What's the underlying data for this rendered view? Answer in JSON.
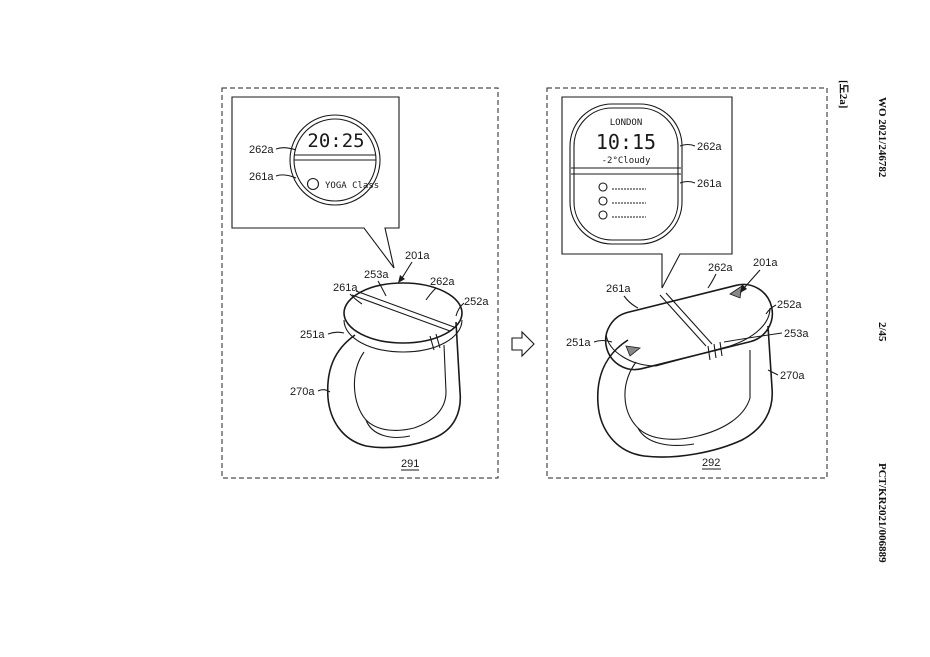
{
  "margin": {
    "publication_number": "WO 2021/246782",
    "figure_label": "[도2a]",
    "page_number": "2/45",
    "application_number": "PCT/KR2021/006889"
  },
  "panel_291": {
    "panel_ref": "291",
    "screen": {
      "time": "20:25",
      "event_text": "YOGA Class"
    },
    "labels": {
      "upper_region": "262a",
      "lower_region": "261a",
      "device": "201a",
      "hinge": "253a",
      "left_body": "261a",
      "right_body": "262a",
      "side_part": "252a",
      "left_part": "251a",
      "strap": "270a"
    }
  },
  "panel_292": {
    "panel_ref": "292",
    "screen": {
      "city": "LONDON",
      "time": "10:15",
      "weather": "-2°Cloudy",
      "list_item_count": 3
    },
    "labels": {
      "upper_region": "262a",
      "lower_region": "261a",
      "device": "201a",
      "top_body": "262a",
      "left_body": "261a",
      "side_part": "252a",
      "hinge": "253a",
      "left_part": "251a",
      "strap": "270a"
    }
  },
  "arrow": {
    "icon": "right-arrow-icon"
  }
}
